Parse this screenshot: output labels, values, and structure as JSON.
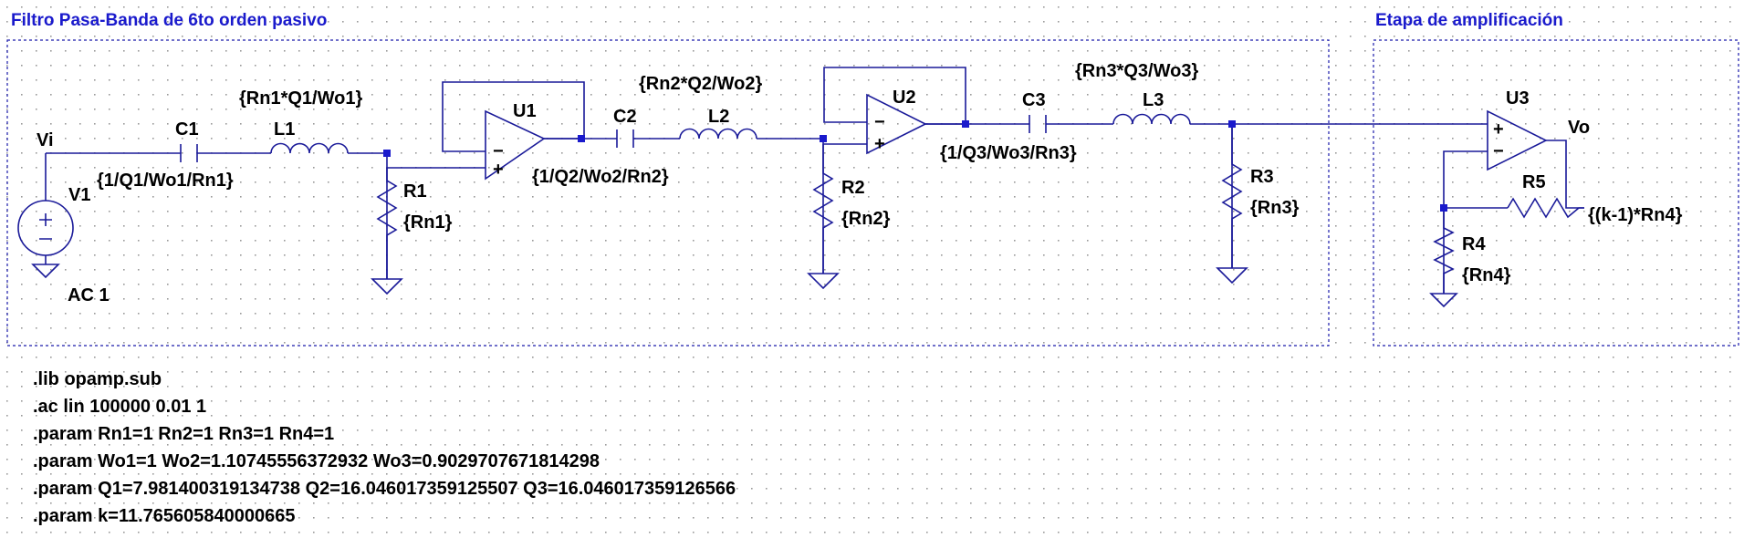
{
  "sections": [
    {
      "id": "passive-filter",
      "title": "Filtro Pasa-Banda de 6to orden pasivo"
    },
    {
      "id": "amp-stage",
      "title": "Etapa de amplificación"
    }
  ],
  "nets": {
    "input": "Vi",
    "output": "Vo"
  },
  "components": {
    "V1": {
      "ref": "V1",
      "value": "AC 1"
    },
    "C1": {
      "ref": "C1",
      "value": "{1/Q1/Wo1/Rn1}"
    },
    "L1": {
      "ref": "L1",
      "value": "{Rn1*Q1/Wo1}"
    },
    "R1": {
      "ref": "R1",
      "value": "{Rn1}"
    },
    "U1": {
      "ref": "U1"
    },
    "C2": {
      "ref": "C2",
      "value": "{1/Q2/Wo2/Rn2}"
    },
    "L2": {
      "ref": "L2",
      "value": "{Rn2*Q2/Wo2}"
    },
    "R2": {
      "ref": "R2",
      "value": "{Rn2}"
    },
    "U2": {
      "ref": "U2"
    },
    "C3": {
      "ref": "C3",
      "value": "{1/Q3/Wo3/Rn3}"
    },
    "L3": {
      "ref": "L3",
      "value": "{Rn3*Q3/Wo3}"
    },
    "R3": {
      "ref": "R3",
      "value": "{Rn3}"
    },
    "U3": {
      "ref": "U3"
    },
    "R4": {
      "ref": "R4",
      "value": "{Rn4}"
    },
    "R5": {
      "ref": "R5",
      "value": "{(k-1)*Rn4}"
    }
  },
  "opamp_pin_signs": {
    "minus": "−",
    "plus": "+"
  },
  "spice_directives": [
    ".lib opamp.sub",
    ".ac lin 100000 0.01 1",
    ".param Rn1=1 Rn2=1 Rn3=1 Rn4=1",
    ".param Wo1=1 Wo2=1.10745556372932 Wo3=0.9029707671814298",
    ".param Q1=7.981400319134738 Q2=16.046017359125507 Q3=16.046017359126566",
    ".param k=11.765605840000665"
  ],
  "colors": {
    "wire": "#1a1a99",
    "title": "#1a1acc",
    "grid_dot": "#9a9a9a",
    "background": "#ffffff"
  }
}
